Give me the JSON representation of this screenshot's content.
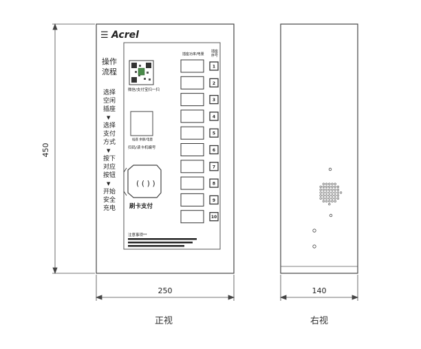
{
  "front": {
    "brand": "Acrel",
    "op_title": [
      "操作",
      "流程"
    ],
    "steps": [
      [
        "选择",
        "空闲",
        "插座"
      ],
      [
        "选择",
        "支付",
        "方式"
      ],
      [
        "按下",
        "对应",
        "按钮"
      ],
      [
        "开始",
        "安全",
        "充电"
      ]
    ],
    "step_arrow": "▼",
    "col_header_power": "插座功率/电量",
    "col_header_socket": [
      "插座",
      "序号"
    ],
    "sockets": [
      "1",
      "2",
      "3",
      "4",
      "5",
      "6",
      "7",
      "8",
      "9",
      "10"
    ],
    "qr_caption": "微信/支付宝扫一扫",
    "code_caption": "扫码/读卡机编号",
    "small_box_caption": "插座 余额/电量",
    "nfc_symbol": "( ( ) )",
    "card_caption": "刷卡支付",
    "notice_title": "注意事项**"
  },
  "dimensions": {
    "height": "450",
    "front_width": "250",
    "side_width": "140"
  },
  "captions": {
    "front_view": "正视",
    "right_view": "右视"
  },
  "colors": {
    "line": "#333333",
    "panel_border": "#555555"
  }
}
